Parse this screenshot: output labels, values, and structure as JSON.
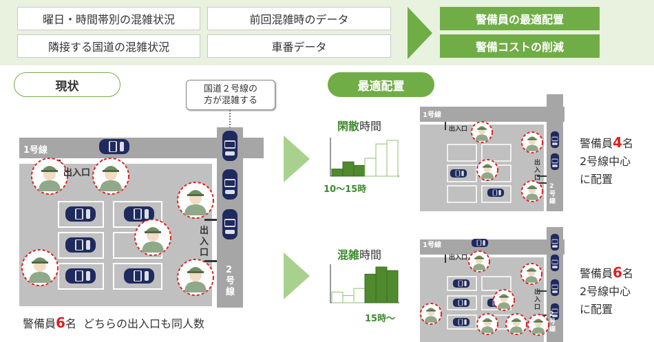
{
  "banner": {
    "chips": [
      "曜日・時間帯別の混雑状況",
      "前回混雑時のデータ",
      "隣接する国道の混雑状況",
      "車番データ"
    ],
    "results": [
      "警備員の最適配置",
      "警備コストの削減"
    ]
  },
  "current": {
    "label": "現状",
    "callout_line1": "国道２号線の",
    "callout_line2": "方が混雑する",
    "road1": "1号線",
    "road2": "2\n号\n線",
    "entrance_top": "出入口",
    "entrance_right": "出\n入\n口",
    "caption_prefix": "警備員",
    "caption_count": "6",
    "caption_suffix": "名",
    "caption_note": "どちらの出入口も同人数"
  },
  "optimal": {
    "label": "最適配置",
    "idle": {
      "title_accent": "閑散",
      "title_rest": "時間",
      "time": "10〜15時",
      "bars": [
        2,
        4,
        3,
        5,
        9,
        10
      ],
      "highlight": [
        0,
        1,
        2
      ],
      "guards_prefix": "警備員",
      "guards_count": "4",
      "guards_suffix": "名",
      "note_line1": "2号線中心",
      "note_line2": "に配置"
    },
    "busy": {
      "title_accent": "混雑",
      "title_rest": "時間",
      "time": "15時〜",
      "bars": [
        3,
        2,
        4,
        8,
        10,
        9
      ],
      "highlight": [
        3,
        4,
        5
      ],
      "guards_prefix": "警備員",
      "guards_count": "6",
      "guards_suffix": "名",
      "note_line1": "2号線中心",
      "note_line2": "に配置"
    },
    "mini_road1": "1号線",
    "mini_road2": "2\n号\n線",
    "mini_entrance_top": "出入口",
    "mini_entrance_right": "出\n入\n口"
  },
  "colors": {
    "accent_green": "#70ad47",
    "dark_green": "#3d8b2f",
    "red": "#e0201c",
    "navy": "#1f2a5e"
  }
}
